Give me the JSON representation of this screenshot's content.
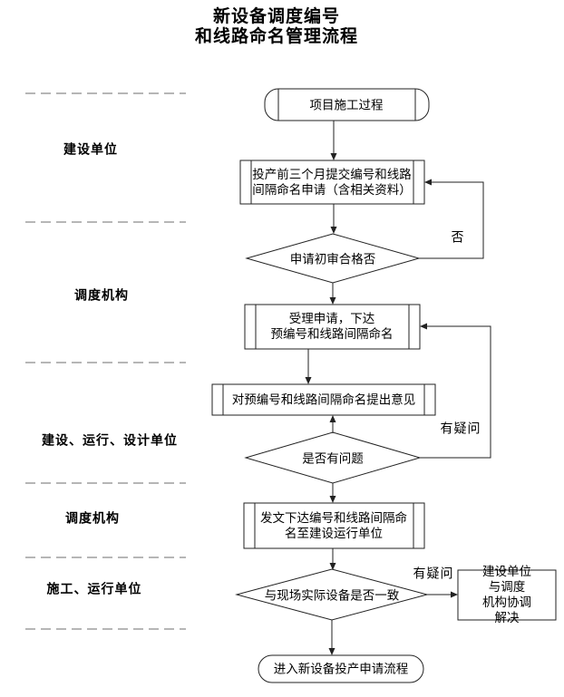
{
  "title": "新设备调度编号\n和线路命名管理流程",
  "lanes": [
    {
      "label": "建设单位"
    },
    {
      "label": "调度机构"
    },
    {
      "label": "建设、运行、设计单位"
    },
    {
      "label": "调度机构"
    },
    {
      "label": "施工、运行单位"
    }
  ],
  "nodes": {
    "start": "项目施工过程",
    "submit": "投产前三个月提交编号和线路\n间隔命名申请（含相关资料）",
    "review": "申请初审合格否",
    "accept": "受理申请，下达\n预编号和线路间隔命名",
    "opinion": "对预编号和线路间隔命名提出意见",
    "problem": "是否有问题",
    "issue": "发文下达编号和线路间隔命\n名至建设运行单位",
    "match": "与现场实际设备是否一致",
    "coordinate": "建设单位与调度\n机构协调解决",
    "end": "进入新设备投产申请流程"
  },
  "edge_labels": {
    "review_no": "否",
    "problem_doubt": "有疑问",
    "match_doubt": "有疑问"
  },
  "colors": {
    "line": "#222222",
    "dash": "#6e6e6e",
    "text": "#000000",
    "background": "#ffffff"
  }
}
